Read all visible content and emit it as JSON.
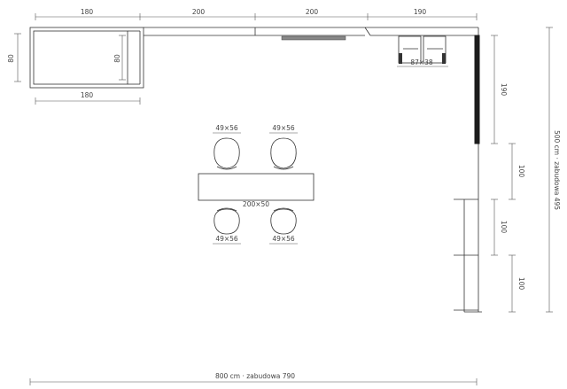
{
  "dimensions": {
    "top_segments": [
      "180",
      "200",
      "200",
      "190"
    ],
    "island_width_top": "180",
    "island_width_bottom": "180",
    "island_depth_left": "80",
    "island_depth_inner": "80",
    "sink_size": "87×38",
    "right_upper": "190",
    "right_mid": "100",
    "right_lower_a": "100",
    "right_lower_b": "100",
    "total_height": "500 cm · zabudowa 495",
    "total_width": "800 cm · zabudowa 790"
  },
  "furniture": {
    "chair_size": "49×56",
    "table_size": "200×50"
  },
  "colors": {
    "line": "#333333",
    "dark_panel": "#1c1c1c"
  }
}
